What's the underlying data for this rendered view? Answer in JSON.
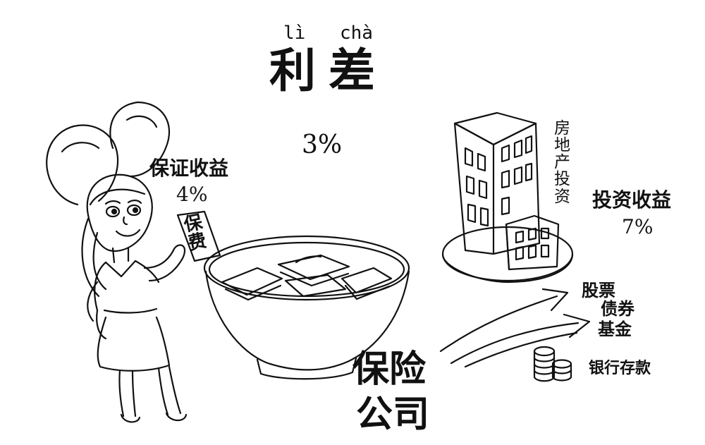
{
  "title": {
    "pinyin_li": "lì",
    "pinyin_cha": "chà",
    "li": "利",
    "cha": "差"
  },
  "center_rate": "3%",
  "guaranteed": {
    "label": "保证收益",
    "rate": "4%"
  },
  "premium_chars": [
    "保",
    "费"
  ],
  "real_estate_chars": [
    "房",
    "地",
    "产",
    "投",
    "资"
  ],
  "investment": {
    "label": "投资收益",
    "rate": "7%"
  },
  "instruments": {
    "stocks": "股票",
    "bonds": "债券",
    "funds": "基金",
    "deposits": "银行存款"
  },
  "company": {
    "line1": "保险",
    "line2": "公司"
  },
  "colors": {
    "ink": "#111111",
    "background": "#ffffff"
  },
  "icons": [
    "cartoon-woman-icon",
    "money-bowl-icon",
    "building-icon",
    "plate-icon",
    "growth-arrow-icon",
    "coin-stack-icon"
  ]
}
